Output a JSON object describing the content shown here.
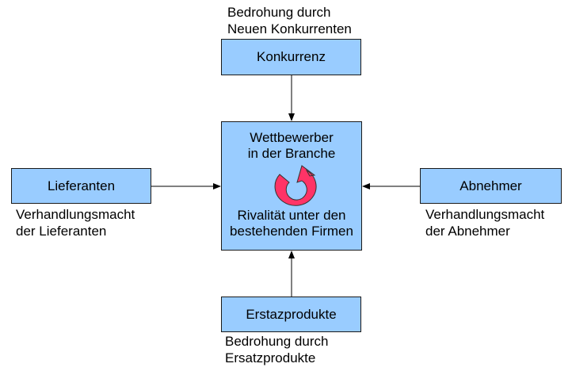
{
  "diagram": {
    "top": {
      "box_label": "Konkurrenz",
      "caption": [
        "Bedrohung durch",
        "Neuen Konkurrenten"
      ]
    },
    "left": {
      "box_label": "Lieferanten",
      "caption": [
        "Verhandlungsmacht",
        "der Lieferanten"
      ]
    },
    "right": {
      "box_label": "Abnehmer",
      "caption": [
        "Verhandlungsmacht",
        "der Abnehmer"
      ]
    },
    "bottom": {
      "box_label": "Erstazprodukte",
      "caption": [
        "Bedrohung durch",
        "Ersatzprodukte"
      ]
    },
    "center": {
      "title": [
        "Wettbewerber",
        "in der Branche"
      ],
      "subtitle": [
        "Rivalität unter den",
        "bestehenden Firmen"
      ],
      "icon": "circular-arrow-icon"
    },
    "colors": {
      "box_fill": "#99ccff",
      "icon_fill": "#ff3366",
      "border": "#1a1a1a"
    }
  }
}
